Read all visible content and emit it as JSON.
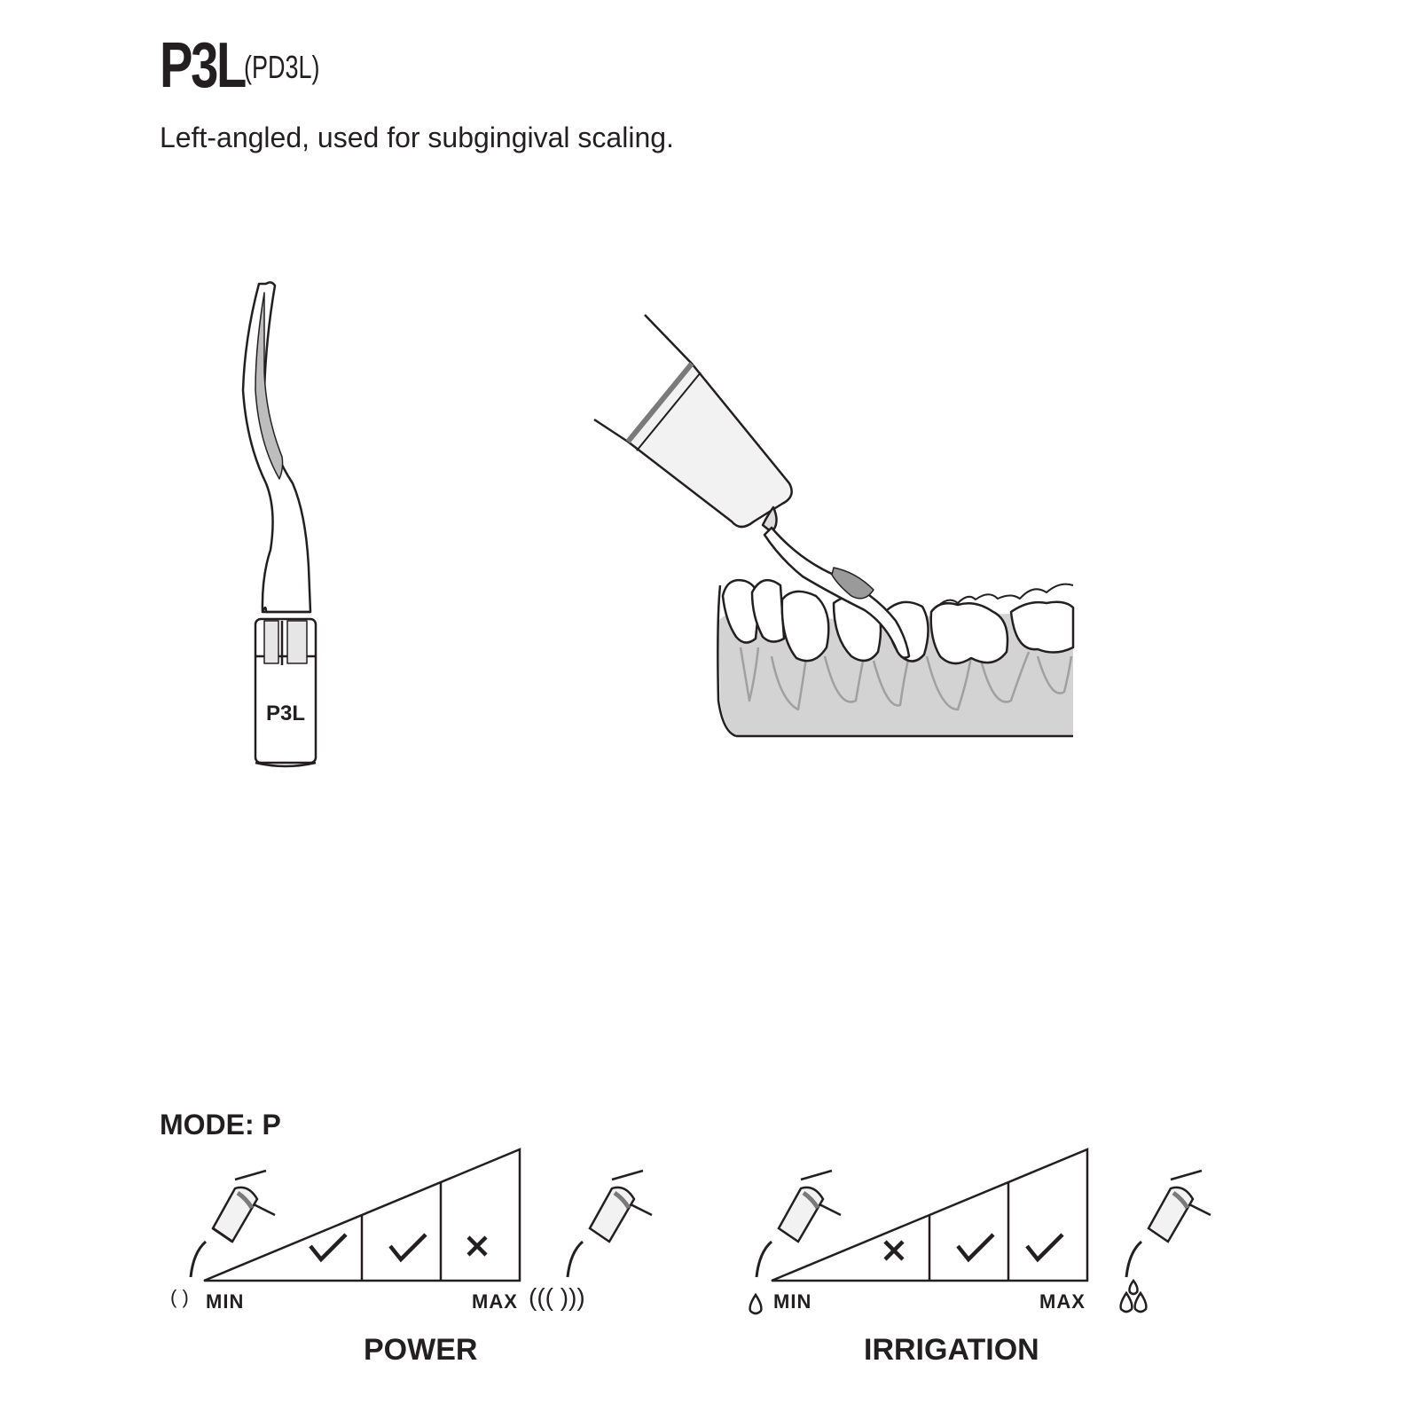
{
  "header": {
    "title": "P3L",
    "title_code": "(PD3L)",
    "description": "Left-angled, used for subgingival scaling."
  },
  "tip_illustration": {
    "engraving": "P3L"
  },
  "mode": {
    "label": "MODE: P"
  },
  "power_scale": {
    "title": "POWER",
    "min_label": "MIN",
    "max_label": "MAX",
    "marks": [
      "",
      "check",
      "check",
      "cross"
    ]
  },
  "irrigation_scale": {
    "title": "IRRIGATION",
    "min_label": "MIN",
    "max_label": "MAX",
    "marks": [
      "",
      "cross",
      "check",
      "check"
    ]
  },
  "colors": {
    "ink": "#231f20",
    "gum_grey": "#d3d3d3",
    "root_grey": "#a0a0a0"
  }
}
